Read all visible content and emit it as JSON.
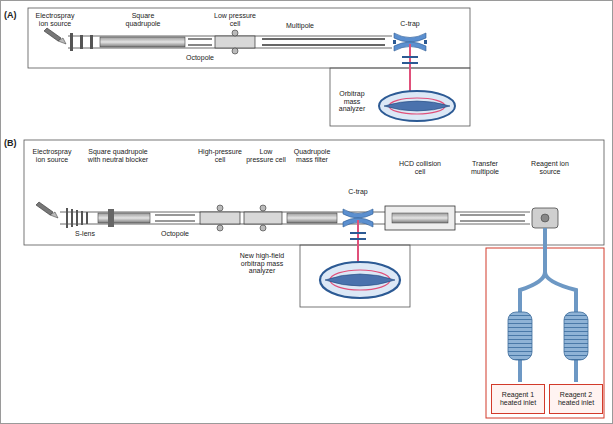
{
  "diagram": {
    "nodes": [
      {
        "text": [
          "(A)"
        ]
      },
      {
        "text": [
          "(B)"
        ]
      },
      {
        "text": [
          "Reagent 1 heated inlet"
        ],
        "in": 1
      },
      {
        "text": [
          "Reagent 2 heated inlet"
        ],
        "in": 1
      }
    ],
    "labels": [
      "Electrospray ion source",
      "Square quadrupole",
      "Low pressure cell",
      "Octopole",
      "Multipole",
      "C-trap",
      "Orbitrap mass analyzer",
      "Electrospray ion source",
      "Square quadrupole with neutral blocker",
      "S-lens",
      "Octopole",
      "High-pressure cell",
      "Low pressure cell",
      "Quadrupole mass filter",
      "C-trap",
      "HCD collision cell",
      "Transfer multipole",
      "Reagent ion source",
      "New high-field orbitrap mass analyzer"
    ]
  }
}
